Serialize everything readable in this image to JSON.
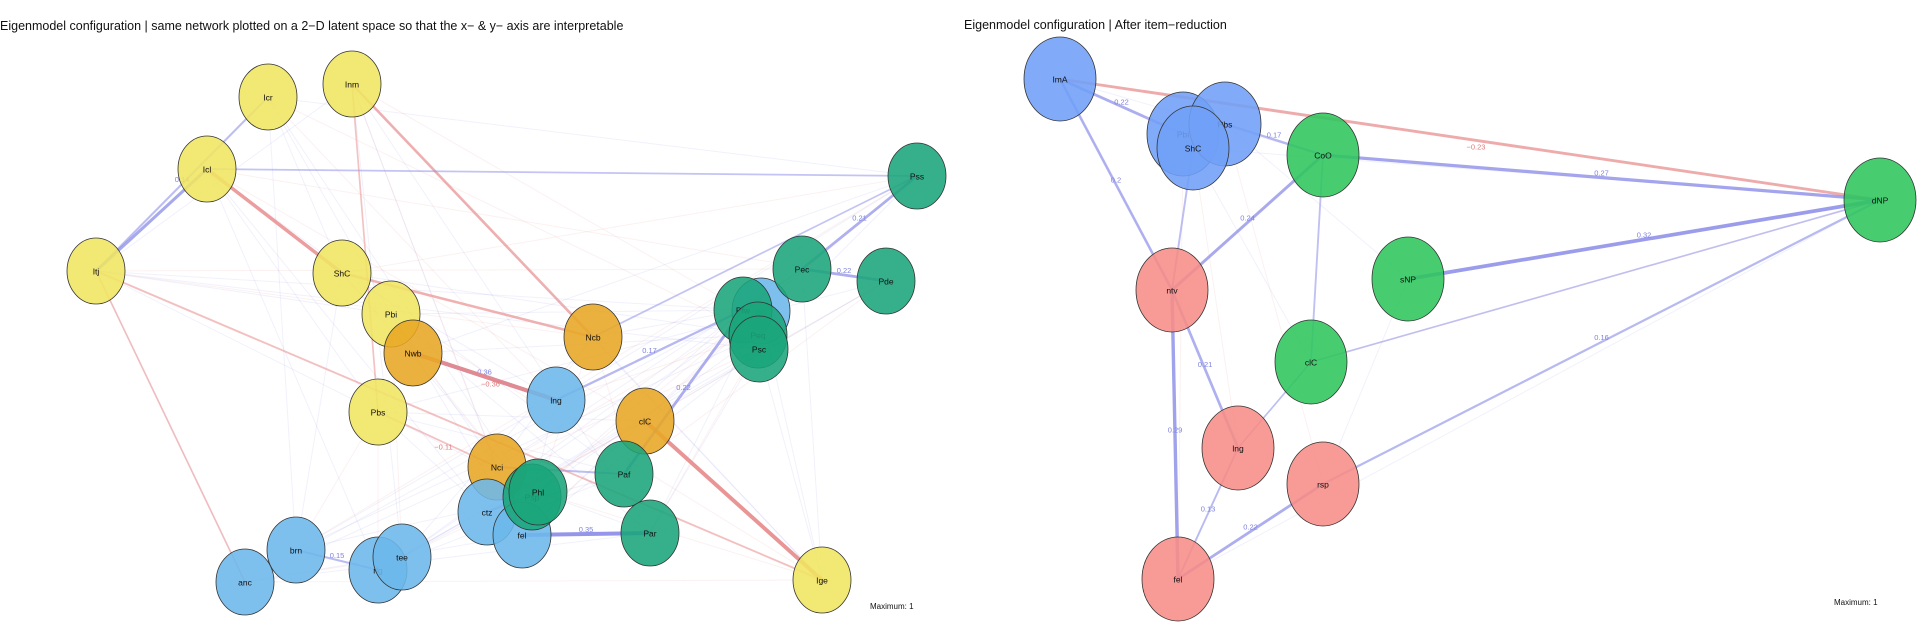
{
  "panels": [
    {
      "id": "left",
      "title": "Eigenmodel configuration | same network plotted on a 2−D latent space so that the x− & y− axis are interpretable",
      "maximum_label": "Maximum: 1",
      "nodes": [
        {
          "id": "Icr",
          "group": "yellow"
        },
        {
          "id": "Inm",
          "group": "yellow"
        },
        {
          "id": "Icl",
          "group": "yellow"
        },
        {
          "id": "Itj",
          "group": "yellow"
        },
        {
          "id": "ShC",
          "group": "yellow"
        },
        {
          "id": "Pbi",
          "group": "yellow"
        },
        {
          "id": "Pbs",
          "group": "yellow"
        },
        {
          "id": "Ige",
          "group": "yellow"
        },
        {
          "id": "Nwb",
          "group": "orange"
        },
        {
          "id": "Ncb",
          "group": "orange"
        },
        {
          "id": "clC",
          "group": "orange"
        },
        {
          "id": "Nci",
          "group": "orange"
        },
        {
          "id": "lng",
          "group": "blue"
        },
        {
          "id": "rsp",
          "group": "blue"
        },
        {
          "id": "ctz",
          "group": "blue"
        },
        {
          "id": "fel",
          "group": "blue"
        },
        {
          "id": "brn",
          "group": "blue"
        },
        {
          "id": "anc",
          "group": "blue"
        },
        {
          "id": "rlg",
          "group": "blue"
        },
        {
          "id": "tee",
          "group": "blue"
        },
        {
          "id": "Pss",
          "group": "green"
        },
        {
          "id": "Pec",
          "group": "green"
        },
        {
          "id": "Pde",
          "group": "green"
        },
        {
          "id": "Pfw",
          "group": "green"
        },
        {
          "id": "Peq",
          "group": "green"
        },
        {
          "id": "Psc",
          "group": "green"
        },
        {
          "id": "Paf",
          "group": "green"
        },
        {
          "id": "Par",
          "group": "green"
        },
        {
          "id": "Psp",
          "group": "green"
        },
        {
          "id": "Phl",
          "group": "green"
        }
      ],
      "edges": [
        {
          "from": "Nwb",
          "to": "lng",
          "weight": 0.36,
          "sign": "pos",
          "label": "0.36"
        },
        {
          "from": "Nwb",
          "to": "lng",
          "weight": 0.36,
          "sign": "neg",
          "label": "−0.36"
        },
        {
          "from": "Icl",
          "to": "ShC",
          "weight": 0.3,
          "sign": "neg",
          "label": ""
        },
        {
          "from": "Icl",
          "to": "Itj",
          "weight": 0.25,
          "sign": "pos",
          "label": ""
        },
        {
          "from": "clC",
          "to": "Ige",
          "weight": 0.35,
          "sign": "neg",
          "label": ""
        },
        {
          "from": "Inm",
          "to": "Ncb",
          "weight": 0.2,
          "sign": "neg",
          "label": ""
        },
        {
          "from": "ShC",
          "to": "Ncb",
          "weight": 0.2,
          "sign": "neg",
          "label": ""
        },
        {
          "from": "brn",
          "to": "rlg",
          "weight": 0.15,
          "sign": "pos",
          "label": "0.15"
        },
        {
          "from": "fel",
          "to": "Par",
          "weight": 0.35,
          "sign": "pos",
          "label": "0.35"
        },
        {
          "from": "Paf",
          "to": "Pfw",
          "weight": 0.22,
          "sign": "pos",
          "label": "0.22"
        },
        {
          "from": "Pss",
          "to": "Pec",
          "weight": 0.21,
          "sign": "pos",
          "label": "0.21"
        },
        {
          "from": "Pec",
          "to": "Pde",
          "weight": 0.22,
          "sign": "pos",
          "label": "0.22"
        },
        {
          "from": "lng",
          "to": "Pfw",
          "weight": 0.17,
          "sign": "pos",
          "label": "0.17"
        },
        {
          "from": "Icr",
          "to": "Itj",
          "weight": 0.14,
          "sign": "pos",
          "label": "0.14"
        },
        {
          "from": "Nci",
          "to": "Paf",
          "weight": 0.14,
          "sign": "pos",
          "label": ""
        },
        {
          "from": "Itj",
          "to": "Ige",
          "weight": 0.12,
          "sign": "neg",
          "label": ""
        },
        {
          "from": "Icl",
          "to": "Pss",
          "weight": 0.1,
          "sign": "pos",
          "label": ""
        },
        {
          "from": "Itj",
          "to": "anc",
          "weight": 0.1,
          "sign": "neg",
          "label": ""
        },
        {
          "from": "Pbs",
          "to": "Nci",
          "weight": 0.11,
          "sign": "neg",
          "label": "−0.11"
        },
        {
          "from": "ctz",
          "to": "Phl",
          "weight": 0.17,
          "sign": "pos",
          "label": "0.17"
        },
        {
          "from": "Ncb",
          "to": "Pss",
          "weight": 0.1,
          "sign": "pos",
          "label": ""
        },
        {
          "from": "Inm",
          "to": "Pbs",
          "weight": 0.1,
          "sign": "neg",
          "label": ""
        }
      ]
    },
    {
      "id": "right",
      "title": "Eigenmodel configuration | After item−reduction",
      "maximum_label": "Maximum: 1",
      "nodes": [
        {
          "id": "ImA",
          "group": "blue"
        },
        {
          "id": "Pbi",
          "group": "blue"
        },
        {
          "id": "Pbs",
          "group": "blue"
        },
        {
          "id": "ShC",
          "group": "blue"
        },
        {
          "id": "CoO",
          "group": "green"
        },
        {
          "id": "dNP",
          "group": "green"
        },
        {
          "id": "sNP",
          "group": "green"
        },
        {
          "id": "clC",
          "group": "green"
        },
        {
          "id": "ntv",
          "group": "red"
        },
        {
          "id": "lng",
          "group": "red"
        },
        {
          "id": "rsp",
          "group": "red"
        },
        {
          "id": "fel",
          "group": "red"
        }
      ],
      "edges": [
        {
          "from": "ImA",
          "to": "dNP",
          "weight": 0.23,
          "sign": "neg",
          "label": "−0.23"
        },
        {
          "from": "CoO",
          "to": "dNP",
          "weight": 0.27,
          "sign": "pos",
          "label": "0.27"
        },
        {
          "from": "sNP",
          "to": "dNP",
          "weight": 0.32,
          "sign": "pos",
          "label": "0.32"
        },
        {
          "from": "ImA",
          "to": "ntv",
          "weight": 0.2,
          "sign": "pos",
          "label": "0.2"
        },
        {
          "from": "ImA",
          "to": "Pbi",
          "weight": 0.22,
          "sign": "pos",
          "label": "0.22"
        },
        {
          "from": "ntv",
          "to": "CoO",
          "weight": 0.24,
          "sign": "pos",
          "label": "0.24"
        },
        {
          "from": "ntv",
          "to": "fel",
          "weight": 0.29,
          "sign": "pos",
          "label": "0.29"
        },
        {
          "from": "ntv",
          "to": "lng",
          "weight": 0.21,
          "sign": "pos",
          "label": "0.21"
        },
        {
          "from": "fel",
          "to": "rsp",
          "weight": 0.22,
          "sign": "pos",
          "label": "0.22"
        },
        {
          "from": "rsp",
          "to": "dNP",
          "weight": 0.16,
          "sign": "pos",
          "label": "0.16"
        },
        {
          "from": "Pbs",
          "to": "CoO",
          "weight": 0.17,
          "sign": "pos",
          "label": "0.17"
        },
        {
          "from": "clC",
          "to": "dNP",
          "weight": 0.1,
          "sign": "pos",
          "label": ""
        },
        {
          "from": "lng",
          "to": "clC",
          "weight": 0.1,
          "sign": "pos",
          "label": ""
        },
        {
          "from": "CoO",
          "to": "clC",
          "weight": 0.12,
          "sign": "pos",
          "label": ""
        },
        {
          "from": "lng",
          "to": "fel",
          "weight": 0.13,
          "sign": "pos",
          "label": "0.13"
        },
        {
          "from": "ShC",
          "to": "ntv",
          "weight": 0.13,
          "sign": "pos",
          "label": ""
        }
      ]
    }
  ],
  "colors": {
    "yellow": "#f0e561",
    "orange": "#e8a623",
    "blue": "#6cb7ea",
    "green": "#1aa57a",
    "right_blue": "#6f9ff7",
    "right_green": "#2ec65c",
    "right_red": "#f78c86",
    "edge_pos": "#8a8ce8",
    "edge_neg": "#e88a8a"
  }
}
